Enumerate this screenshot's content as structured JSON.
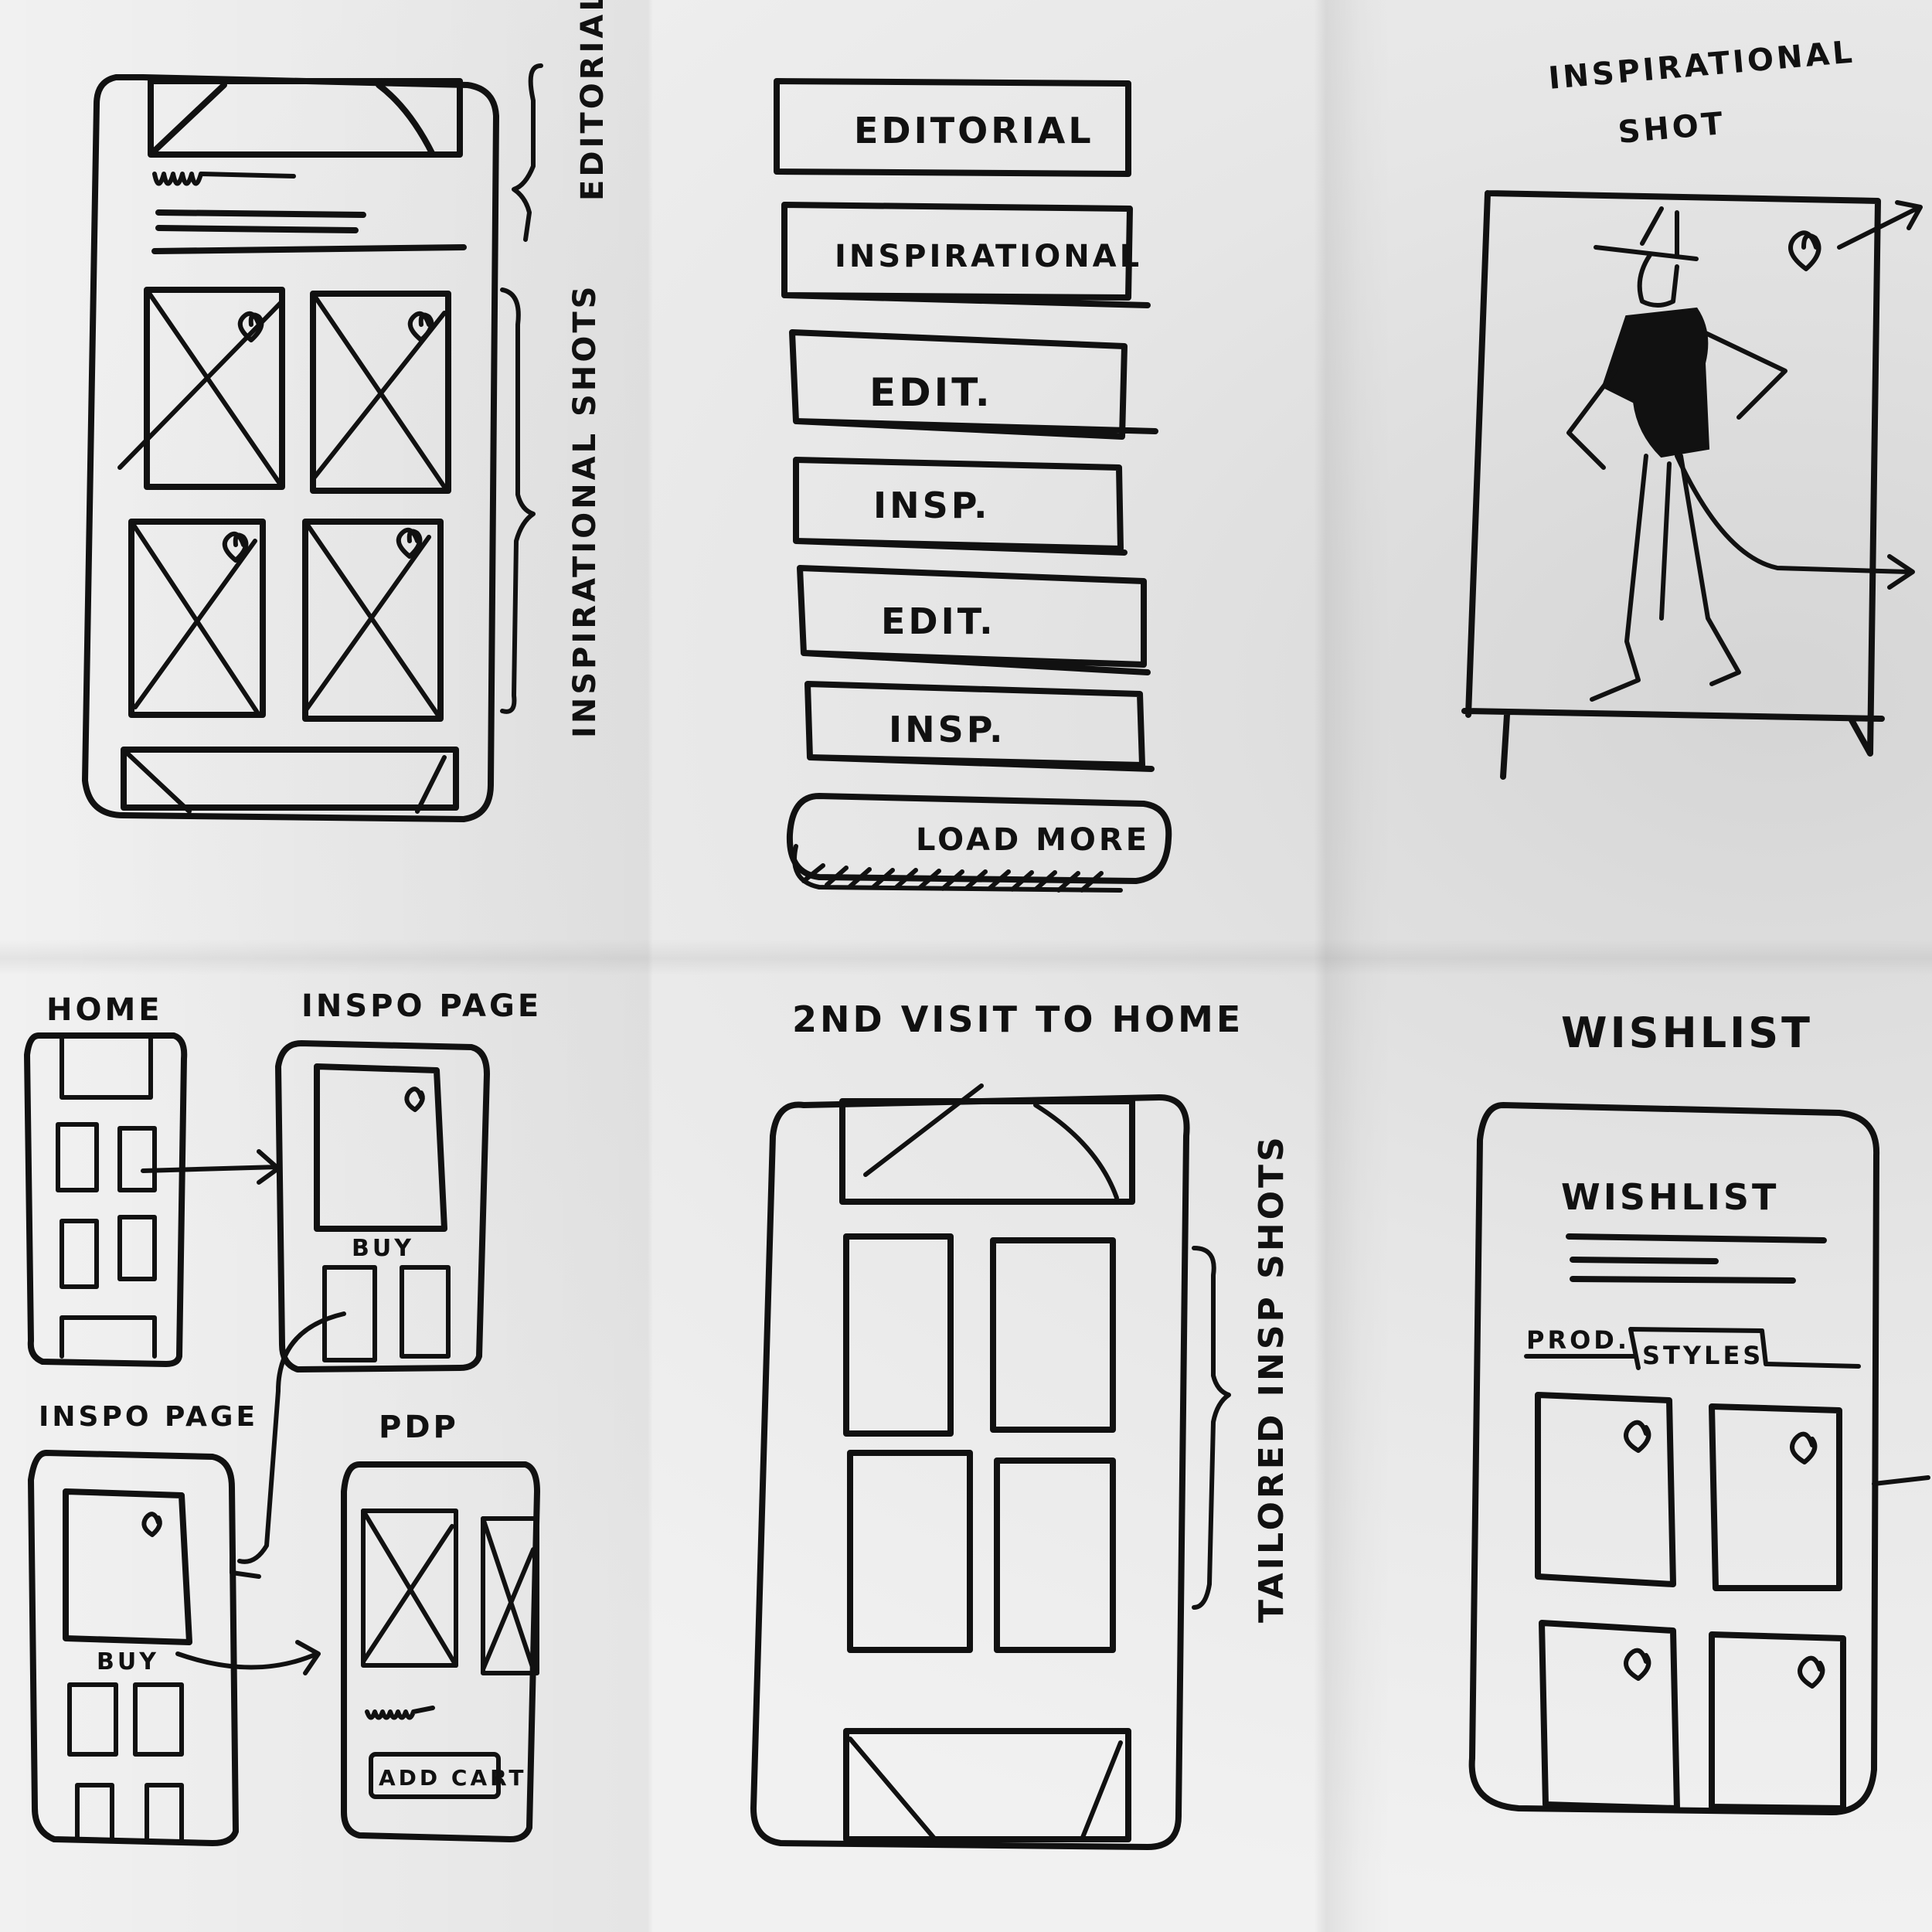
{
  "top_left": {
    "side_label_top": "EDITORIAL",
    "side_label_bottom": "INSPIRATIONAL SHOTS"
  },
  "top_center": {
    "items": [
      "EDITORIAL",
      "INSPIRATIONAL",
      "EDIT.",
      "INSP.",
      "EDIT.",
      "INSP."
    ],
    "load_more": "LOAD MORE"
  },
  "top_right": {
    "title_line1": "INSPIRATIONAL",
    "title_line2": "SHOT"
  },
  "flow": {
    "home": "HOME",
    "inspo_page_1": "INSPO PAGE",
    "inspo_page_2": "INSPO PAGE",
    "pdp": "PDP",
    "buy_1": "BUY",
    "buy_2": "BUY",
    "add_cart": "ADD CART"
  },
  "second_visit": {
    "title": "2ND VISIT TO HOME",
    "side_label": "TAILORED INSP SHOTS"
  },
  "wishlist": {
    "title": "WISHLIST",
    "heading": "WISHLIST",
    "tab_products": "PROD.",
    "tab_styles": "STYLES"
  }
}
